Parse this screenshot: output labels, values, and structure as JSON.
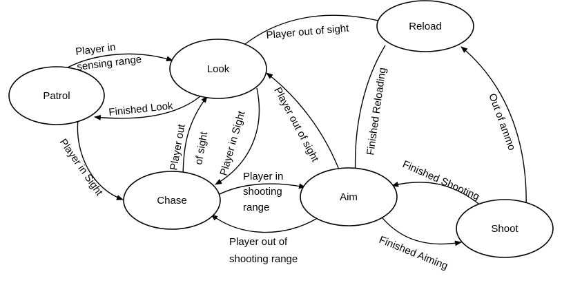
{
  "states": {
    "reload": "Reload",
    "look": "Look",
    "patrol": "Patrol",
    "chase": "Chase",
    "aim": "Aim",
    "shoot": "Shoot"
  },
  "transitions": {
    "reload_to_look": "Player out of sight",
    "patrol_to_look_1": "Player in",
    "patrol_to_look_2": "sensing range",
    "look_to_patrol": "Finished Look",
    "patrol_to_chase": "Player in Sight",
    "chase_to_look_1": "Player out",
    "chase_to_look_2": "of sight",
    "look_to_chase": "Player in Sight",
    "aim_to_look": "Player out of sight",
    "reload_to_aim": "Finished Reloading",
    "shoot_to_reload": "Out of ammo",
    "chase_to_aim_1": "Player in",
    "chase_to_aim_2": "shooting",
    "chase_to_aim_3": "range",
    "aim_to_chase_1": "Player out of",
    "aim_to_chase_2": "shooting range",
    "shoot_to_aim": "Finished Shooting",
    "aim_to_shoot": "Finished Aiming"
  }
}
